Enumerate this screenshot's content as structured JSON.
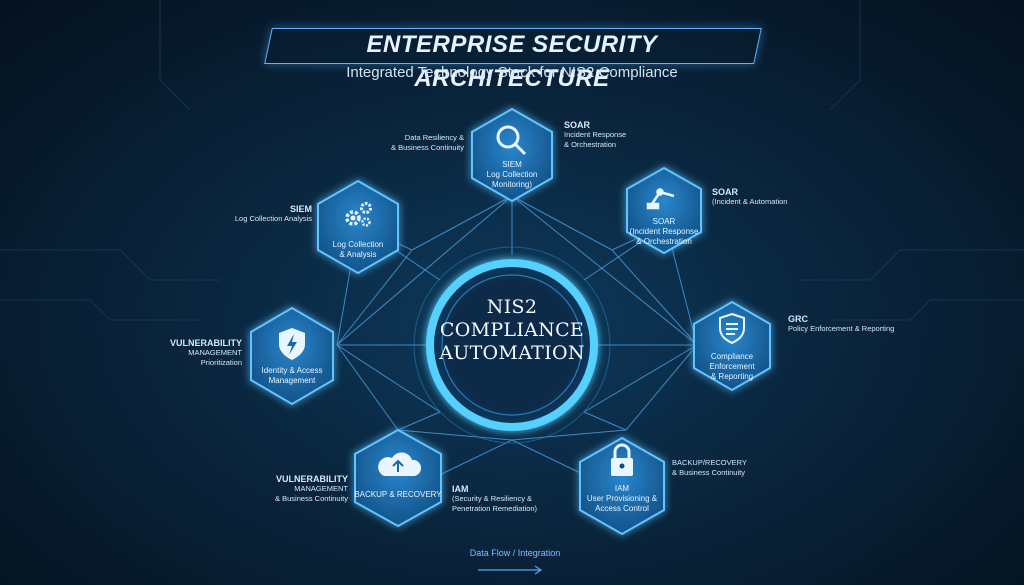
{
  "title": "ENTERPRISE SECURITY ARCHITECTURE",
  "subtitle": "Integrated Technology Stack for NIS2 Compliance",
  "center": {
    "line1": "NIS2",
    "line2": "COMPLIANCE",
    "line3": "AUTOMATION"
  },
  "nodes": [
    {
      "icon": "search-icon",
      "line1": "SIEM",
      "line2": "Log Collection",
      "line3": "Monitoring)"
    },
    {
      "icon": "robot-arm-icon",
      "line1": "SOAR",
      "line2": "(Incident Response",
      "line3": "& Orchestration"
    },
    {
      "icon": "shield-check-icon",
      "line1": "Compliance",
      "line2": "Enforcement",
      "line3": "& Reporting"
    },
    {
      "icon": "padlock-icon",
      "line1": "IAM",
      "line2": "User Provisioning &",
      "line3": "Access Control"
    },
    {
      "icon": "cloud-upload-icon",
      "line1": "BACKUP & RECOVERY",
      "line2": "",
      "line3": ""
    },
    {
      "icon": "shield-bolt-icon",
      "line1": "Identity & Access",
      "line2": "Management",
      "line3": ""
    },
    {
      "icon": "gears-icon",
      "line1": "Log Collection",
      "line2": "& Analysis",
      "line3": ""
    }
  ],
  "sides": {
    "top_left": {
      "h": "",
      "l1": "Data Resiliency &",
      "l2": "& Business Continuity"
    },
    "top_right": {
      "h": "SOAR",
      "l1": "Incident Response",
      "l2": "& Orchestration"
    },
    "right_upper": {
      "h": "SOAR",
      "l1": "(Incident &  Automation",
      "l2": ""
    },
    "right_mid": {
      "h": "GRC",
      "l1": "Policy Enforcement & Reporting",
      "l2": ""
    },
    "right_lower": {
      "h": "",
      "l1": "BACKUP/RECOVERY",
      "l2": "& Business Continuity"
    },
    "bottom_mid": {
      "h": "IAM",
      "l1": "(Security & Resiliency &",
      "l2": "Penetration Remediation)"
    },
    "bottom_left": {
      "h": "VULNERABILITY",
      "l1": "MANAGEMENT",
      "l2": "& Business Continuity"
    },
    "left_mid": {
      "h": "VULNERABILITY",
      "l1": "MANAGEMENT",
      "l2": "Prioritization"
    },
    "left_upper": {
      "h": "SIEM",
      "l1": "Log Collection Analysis",
      "l2": ""
    }
  },
  "footer": {
    "flow_label": "Data Flow / Integration"
  },
  "colors": {
    "accent": "#3aa0ff",
    "glow": "#4fc3ff",
    "hex_fill": "#1a6aa8"
  }
}
